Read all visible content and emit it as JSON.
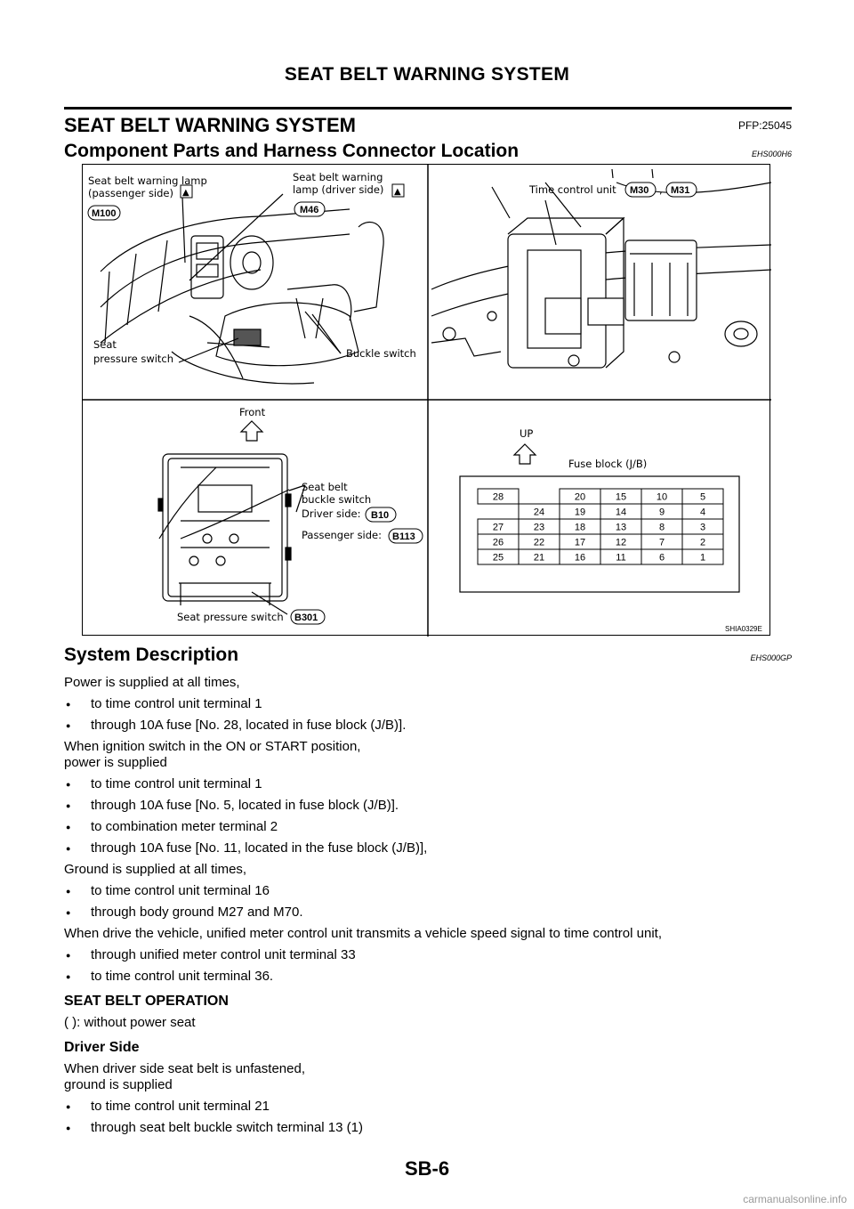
{
  "header": {
    "running_title": "SEAT BELT WARNING SYSTEM"
  },
  "section": {
    "title": "SEAT BELT WARNING SYSTEM",
    "pfp": "PFP:25045"
  },
  "component": {
    "title": "Component Parts and Harness Connector Location",
    "code": "EHS000H6",
    "figure": {
      "id": "SHIA0329E",
      "labels": {
        "lamp_pass_1": "Seat belt warning lamp",
        "lamp_pass_2": "(passenger side)",
        "lamp_drv_1": "Seat belt warning",
        "lamp_drv_2": "lamp (driver side)",
        "seat_press_1": "Seat",
        "seat_press_2": "pressure switch",
        "buckle": "Buckle switch",
        "tcu": "Time control unit",
        "comma": ",",
        "front": "Front",
        "belt_1": "Seat belt",
        "belt_2": "buckle switch",
        "driver_side": "Driver side:",
        "passenger_side": "Passenger side:",
        "seat_pressure_switch": "Seat pressure switch",
        "up": "UP",
        "fuse_block": "Fuse block (J/B)"
      },
      "connectors": {
        "m100": "M100",
        "m46": "M46",
        "m30": "M30",
        "m31": "M31",
        "b10": "B10",
        "b113": "B113",
        "b301": "B301"
      },
      "fuse_table": [
        [
          "28",
          "",
          "20",
          "15",
          "10",
          "5"
        ],
        [
          "",
          "24",
          "19",
          "14",
          "9",
          "4"
        ],
        [
          "27",
          "23",
          "18",
          "13",
          "8",
          "3"
        ],
        [
          "26",
          "22",
          "17",
          "12",
          "7",
          "2"
        ],
        [
          "25",
          "21",
          "16",
          "11",
          "6",
          "1"
        ]
      ]
    }
  },
  "description": {
    "title": "System Description",
    "code": "EHS000GP",
    "p1": "Power is supplied at all times,",
    "p1_b1": "to time control unit terminal 1",
    "p1_b2": "through 10A fuse [No. 28, located in fuse block (J/B)].",
    "p2_l1": "When ignition switch in the ON or START position,",
    "p2_l2": "power is supplied",
    "p2_b1": "to time control unit terminal 1",
    "p2_b2": "through 10A fuse [No. 5, located in fuse block (J/B)].",
    "p2_b3": "to combination meter terminal 2",
    "p2_b4": "through 10A fuse [No. 11, located in the fuse block (J/B)],",
    "p3": "Ground is supplied at all times,",
    "p3_b1": "to time control unit terminal 16",
    "p3_b2": "through body ground M27 and M70.",
    "p4": "When drive the vehicle, unified meter control unit transmits a vehicle speed signal to time control unit,",
    "p4_b1": "through unified meter control unit terminal 33",
    "p4_b2": "to time control unit terminal 36.",
    "op_title": "SEAT BELT OPERATION",
    "op_note": "( ): without power seat",
    "driver_title": "Driver Side",
    "d_l1": "When driver side seat belt is unfastened,",
    "d_l2": "ground is supplied",
    "d_b1": "to time control unit terminal 21",
    "d_b2": "through seat belt buckle switch terminal 13 (1)"
  },
  "footer": {
    "page": "SB-6",
    "watermark": "carmanualsonline.info"
  }
}
